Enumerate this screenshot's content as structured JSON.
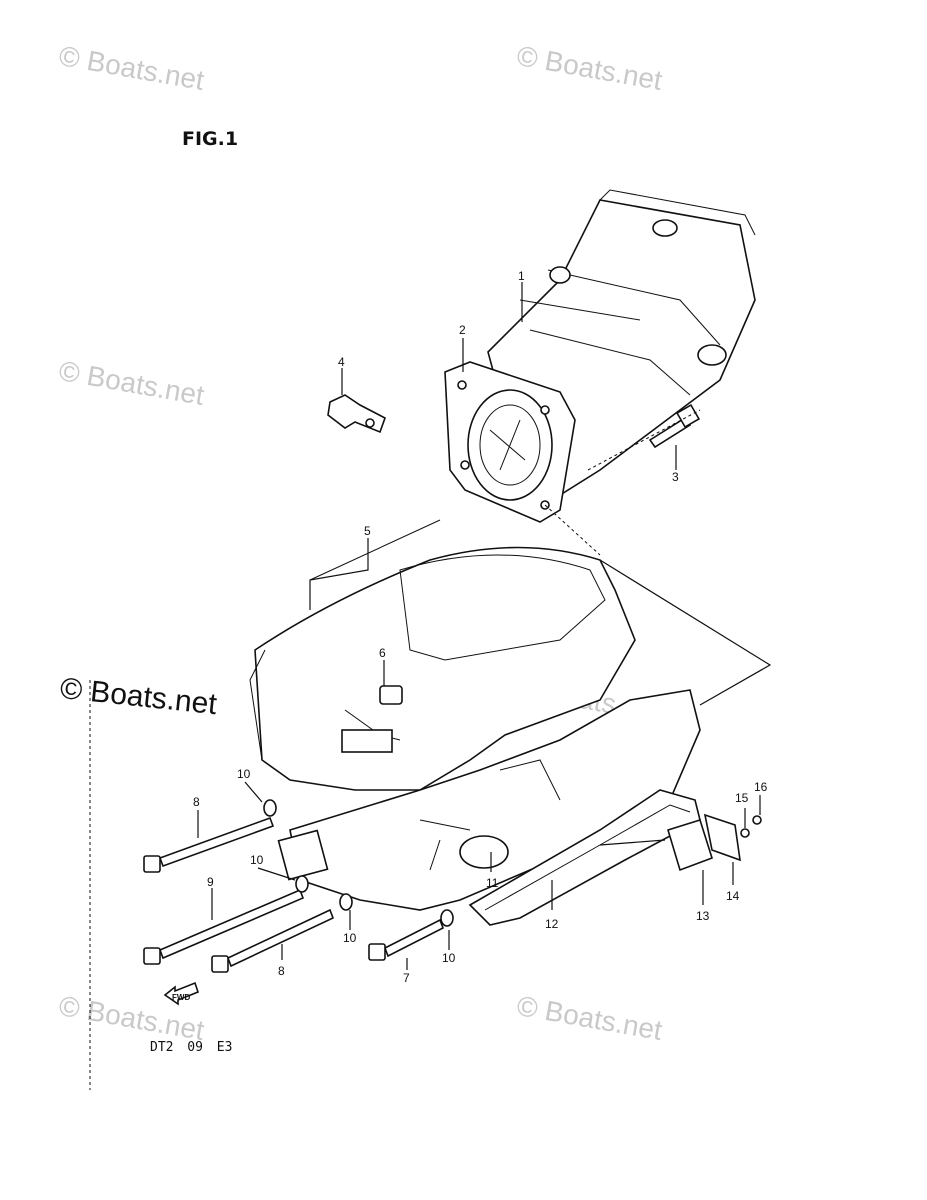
{
  "watermark": {
    "text": "© Boats.net",
    "color": "#c9c9c9"
  },
  "figure": {
    "title": "FIG.1",
    "code": "DT2 09 E3",
    "fwd_label": "FWD"
  },
  "callouts": [
    {
      "id": "p1",
      "num": "1"
    },
    {
      "id": "p2",
      "num": "2"
    },
    {
      "id": "p3",
      "num": "3"
    },
    {
      "id": "p4",
      "num": "4"
    },
    {
      "id": "p5",
      "num": "5"
    },
    {
      "id": "p6",
      "num": "6"
    },
    {
      "id": "p7",
      "num": "7"
    },
    {
      "id": "p8a",
      "num": "8"
    },
    {
      "id": "p8b",
      "num": "8"
    },
    {
      "id": "p9",
      "num": "9"
    },
    {
      "id": "p10a",
      "num": "10"
    },
    {
      "id": "p10b",
      "num": "10"
    },
    {
      "id": "p10c",
      "num": "10"
    },
    {
      "id": "p10d",
      "num": "10"
    },
    {
      "id": "p11",
      "num": "11"
    },
    {
      "id": "p12",
      "num": "12"
    },
    {
      "id": "p13",
      "num": "13"
    },
    {
      "id": "p14",
      "num": "14"
    },
    {
      "id": "p15",
      "num": "15"
    },
    {
      "id": "p16",
      "num": "16"
    }
  ]
}
